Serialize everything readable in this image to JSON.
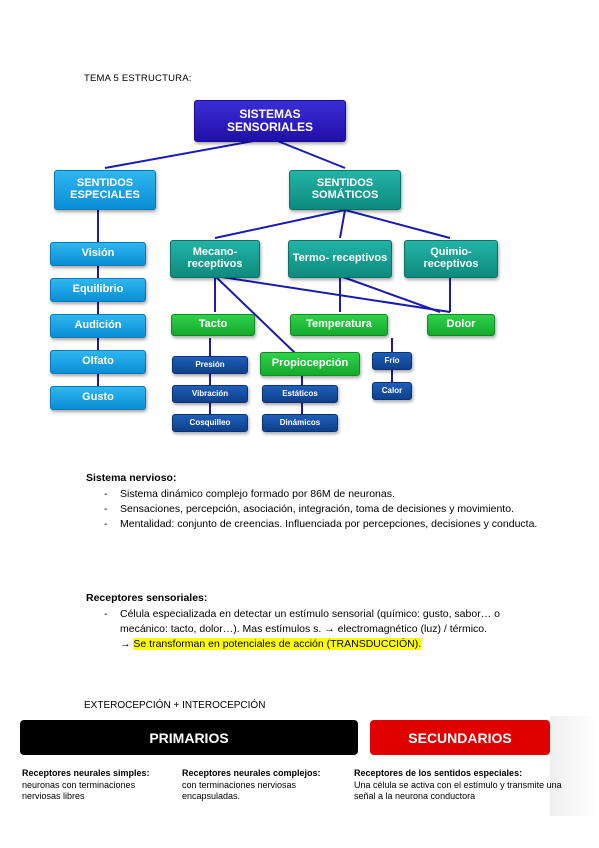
{
  "header": "TEMA 5 ESTRUCTURA:",
  "diagram": {
    "root": "SISTEMAS SENSORIALES",
    "especiales": "SENTIDOS ESPECIALES",
    "somaticos": "SENTIDOS SOMÁTICOS",
    "especiales_items": [
      "Visión",
      "Equilibrio",
      "Audición",
      "Olfato",
      "Gusto"
    ],
    "mecano": "Mecano- receptivos",
    "termo": "Termo- receptivos",
    "quimio": "Quimio- receptivos",
    "tacto": "Tacto",
    "temperatura": "Temperatura",
    "dolor": "Dolor",
    "tacto_items": [
      "Presión",
      "Vibración",
      "Cosquilleo"
    ],
    "propiocepcion": "Propiocepción",
    "propio_items": [
      "Estáticos",
      "Dinámicos"
    ],
    "temp_items": [
      "Frío",
      "Calor"
    ]
  },
  "sistema": {
    "title": "Sistema nervioso:",
    "items": [
      "Sistema dinámico complejo formado por 86M de neuronas.",
      "Sensaciones, percepción, asociación, integración, toma de decisiones y movimiento.",
      "Mentalidad: conjunto de creencias. Influenciada por percepciones, decisiones y conducta."
    ]
  },
  "receptores": {
    "title": "Receptores sensoriales:",
    "item": "Célula especializada en detectar un estímulo sensorial (químico: gusto, sabor… o mecánico: tacto, dolor…). Mas estímulos s. → electromagnético (luz) / térmico.",
    "arrow": "→",
    "highlight": "Se transforman en potenciales de acción (TRANSDUCCIÓN)."
  },
  "ext": "EXTEROCEPCIÓN + INTEROCEPCIÓN",
  "banner": {
    "primarios": "PRIMARIOS",
    "secundarios": "SECUNDARIOS",
    "col1_title": "Receptores neurales simples:",
    "col1_text": "neuronas con terminaciones nerviosas libres",
    "col2_title": "Receptores neurales complejos:",
    "col2_text": "con terminaciones nerviosas encapsuladas.",
    "col3_title": "Receptores de los sentidos especiales:",
    "col3_text": "Una célula se activa con el estímulo y transmite una señal a la neurona conductora"
  },
  "colors": {
    "purple": "#2010a8",
    "blue": "#0a8ed6",
    "teal": "#0e8a7e",
    "green": "#15a82e",
    "navy": "#0f3f8a",
    "highlight": "#ffff00",
    "red": "#e00000"
  }
}
